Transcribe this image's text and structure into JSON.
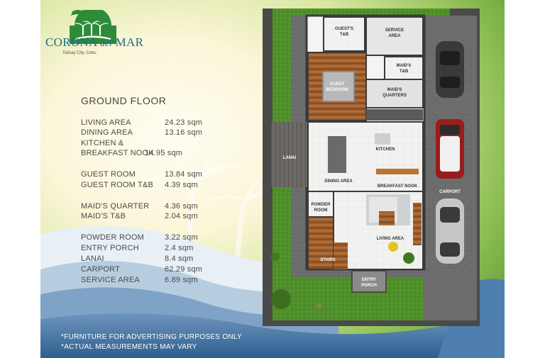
{
  "brand": {
    "name_a": "CORONA",
    "name_b": "del",
    "name_c": "MAR",
    "tagline": "Talisay City, Cebu"
  },
  "floor": {
    "title": "GROUND FLOOR",
    "rooms": [
      {
        "name": "LIVING AREA",
        "area": "24.23 sqm"
      },
      {
        "name": "DINING AREA",
        "area": "13.16 sqm"
      },
      {
        "name": "KITCHEN &",
        "area": ""
      },
      {
        "name": "BREAKFAST NOOK",
        "area": "14.95 sqm"
      },
      {
        "name": "GUEST ROOM",
        "area": "13.84 sqm"
      },
      {
        "name": "GUEST ROOM T&B",
        "area": "4.39 sqm"
      },
      {
        "name": "MAID'S QUARTER",
        "area": "4.36 sqm"
      },
      {
        "name": "MAID'S T&B",
        "area": "2.04 sqm"
      },
      {
        "name": "POWDER ROOM",
        "area": "3.22 sqm"
      },
      {
        "name": "ENTRY PORCH",
        "area": "2.4 sqm"
      },
      {
        "name": "LANAI",
        "area": "8.4 sqm"
      },
      {
        "name": "CARPORT",
        "area": "62.29 sqm"
      },
      {
        "name": "SERVICE AREA",
        "area": "6.89 sqm"
      }
    ]
  },
  "notes": {
    "line1": "*FURNITURE FOR ADVERTISING PURPOSES ONLY",
    "line2": "*ACTUAL MEASUREMENTS MAY VARY"
  },
  "plan_labels": {
    "guest_tb_1": "GUEST'S",
    "guest_tb_2": "T&B",
    "service_1": "SERVICE",
    "service_2": "AREA",
    "maids_tb_1": "MAID'S",
    "maids_tb_2": "T&B",
    "guest_bedroom_1": "GUEST",
    "guest_bedroom_2": "BEDROOM",
    "maids_quarters_1": "MAID'S",
    "maids_quarters_2": "QUARTERS",
    "kitchen": "KITCHEN",
    "lanai": "LANAI",
    "dining_area": "DINING AREA",
    "breakfast_nook": "BREAKFAST NOOK",
    "carport": "CARPORT",
    "powder_room_1": "POWDER",
    "powder_room_2": "ROOM",
    "living_area": "LIVING AREA",
    "stairs": "STAIRS",
    "entry_porch_1": "ENTRY",
    "entry_porch_2": "PORCH"
  },
  "colors": {
    "brand_green": "#2e8b3a",
    "brand_blue": "#1e6a8f",
    "wave_blue": "#3f74a4",
    "lawn_green": "#4f8f2a"
  }
}
